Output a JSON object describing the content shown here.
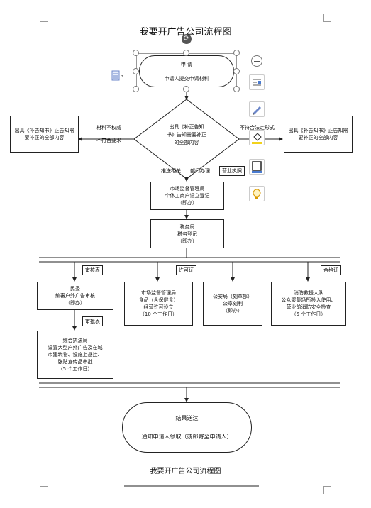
{
  "title": "我要开广告公司流程图",
  "caption": "我要开广告公司流程图",
  "start": {
    "line1": "申   请",
    "line2": "申请人提交申请材料"
  },
  "decision": {
    "text": "出具《补正告知\n书》告知需要补正\n的全部内容"
  },
  "left_box": "出具《补告知书》正告知需\n要补正的全部内容",
  "right_box": "出具《补告知书》正告知需\n要补正的全部内容",
  "left_labels": {
    "top": "材料不权威",
    "bottom": "不符合要求"
  },
  "right_label": "不符合法定形式",
  "below_decision": {
    "left": "推送相关",
    "right": "部门办理"
  },
  "yingye_tag": "营业执照",
  "market_box": "市场监督管理局\n个体工商户设立登记\n（即办）",
  "tax_box": "税务局\n税务登记\n（即办）",
  "branches": {
    "civil": {
      "tag": "审核表",
      "text": "民委\n編審户外广告审核\n（即办）"
    },
    "market2": {
      "tag": "许可证",
      "text": "市场监督管理局\n食品（含保健食）\n经营许可设立\n（10 个工作日）"
    },
    "police": {
      "text": "公安局（刻章部）\n公章刻制\n（即办）"
    },
    "fire": {
      "tag": "合格证",
      "text": "消防救援大队\n公众聚集场所投入使用、\n营业前消防安全检查\n（5 个工作日）"
    }
  },
  "approval_tag": "审批表",
  "law_box": "综合执法局\n设置大型户外广告及在城\n市建筑物、设施上悬挂、\n张贴宣传品审批\n（5 个工作日）",
  "result": {
    "line1": "结果送达",
    "line2": "通知申请人领取（或邮寄至申请人）"
  },
  "icons": [
    "minus-circle-icon",
    "layout-options-icon",
    "pen-icon",
    "fill-bucket-icon",
    "outline-icon",
    "lightbulb-icon",
    "document-icon",
    "rotate-handle-icon"
  ]
}
